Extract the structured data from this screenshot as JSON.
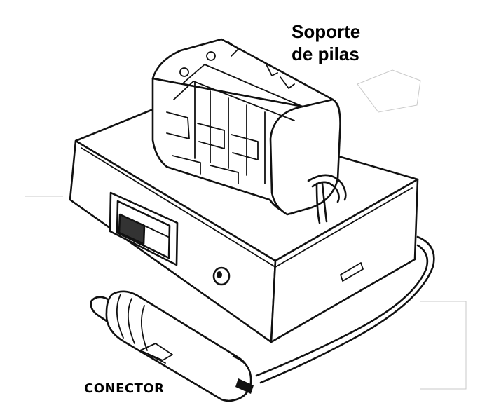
{
  "labels": {
    "battery_holder_line1": "Soporte",
    "battery_holder_line2": "de pilas",
    "connector": "CONECTOR"
  }
}
